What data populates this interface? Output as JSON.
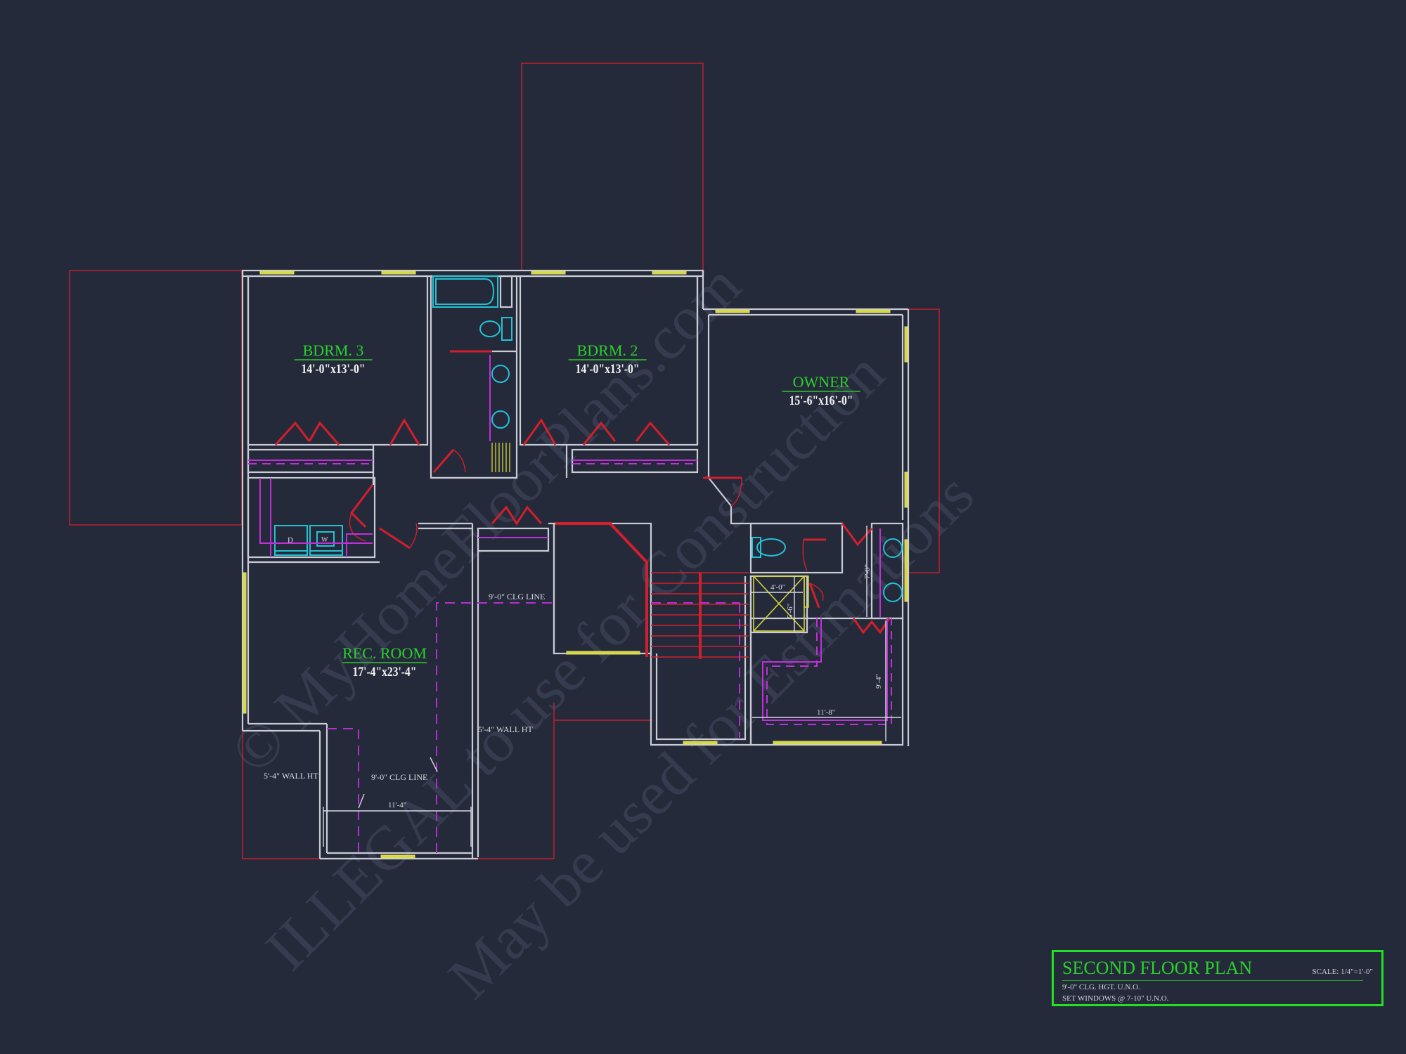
{
  "drawing": {
    "background_color": "#252a3b",
    "colors": {
      "walls": "#c9ccd4",
      "outline": "#c8202c",
      "doors": "#d21f2c",
      "windows": "#d6d64a",
      "fixtures": "#22c2d4",
      "shelving": "#c030d8",
      "room_name": "#2ad12a",
      "title_border": "#22e022"
    }
  },
  "rooms": [
    {
      "name": "BDRM. 3",
      "size": "14'-0\"x13'-0\""
    },
    {
      "name": "BDRM. 2",
      "size": "14'-0\"x13'-0\""
    },
    {
      "name": "OWNER",
      "size": "15'-6\"x16'-0\""
    },
    {
      "name": "REC. ROOM",
      "size": "17'-4\"x23'-4\""
    }
  ],
  "appliances": {
    "dryer": "D",
    "washer": "W"
  },
  "notes": {
    "clg_line_upper": "9'-0\" CLG LINE",
    "clg_line_lower": "9'-0\" CLG LINE",
    "wall_ht_right": "5'-4\" WALL HT",
    "wall_ht_left": "5'-4\" WALL HT"
  },
  "dimensions": {
    "rec_alcove_width": "11'-4\"",
    "shower_width": "4'-0\"",
    "shower_depth": "5'-6\"",
    "vanity_length": "7'-0\"",
    "closet_width": "11'-8\"",
    "closet_depth": "9'-4\""
  },
  "watermark": {
    "line1": "© MyHomeFloorPlans.com",
    "line2": "ILLEGAL to use for Construction",
    "line3": "May be used for Estimations"
  },
  "title_block": {
    "title": "SECOND FLOOR PLAN",
    "scale": "SCALE: 1/4\"=1'-0\"",
    "note1": "9'-0\" CLG. HGT. U.N.O.",
    "note2": "SET WINDOWS @ 7-10\" U.N.O."
  }
}
